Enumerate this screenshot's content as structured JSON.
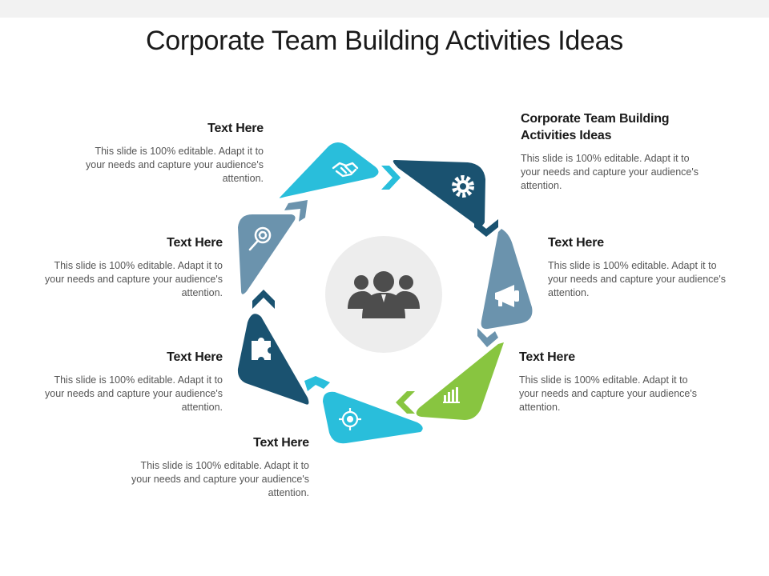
{
  "title": "Corporate Team Building Activities Ideas",
  "colors": {
    "dark_navy": "#1a5270",
    "steel_blue": "#6b93ad",
    "cyan": "#29bedb",
    "green": "#88c540",
    "center_circle": "#ededed",
    "center_icon": "#4d4d4d"
  },
  "segments": [
    {
      "icon": "handshake-icon",
      "color": "#29bedb"
    },
    {
      "icon": "gear-icon",
      "color": "#1a5270"
    },
    {
      "icon": "megaphone-icon",
      "color": "#6b93ad"
    },
    {
      "icon": "bar-chart-icon",
      "color": "#88c540"
    },
    {
      "icon": "target-icon",
      "color": "#29bedb"
    },
    {
      "icon": "puzzle-icon",
      "color": "#1a5270"
    },
    {
      "icon": "magnifier-icon",
      "color": "#6b93ad"
    }
  ],
  "center": {
    "icon": "team-people-icon"
  },
  "blocks": {
    "top_right": {
      "heading": "Corporate Team Building Activities Ideas",
      "body": "This slide is 100% editable. Adapt it to your needs and capture your audience's attention."
    },
    "right_middle": {
      "heading": "Text Here",
      "body": "This slide is 100% editable. Adapt it to your needs and capture your audience's attention."
    },
    "right_lower": {
      "heading": "Text Here",
      "body": "This slide is 100% editable. Adapt it to your needs and capture your audience's attention."
    },
    "bottom": {
      "heading": "Text Here",
      "body": "This slide is 100% editable. Adapt it to your needs and capture your audience's attention."
    },
    "left_lower": {
      "heading": "Text Here",
      "body": "This slide is 100% editable. Adapt it to your needs and capture your audience's attention."
    },
    "left_middle": {
      "heading": "Text Here",
      "body": "This slide is 100% editable. Adapt it to your needs and capture your audience's attention."
    },
    "top_left": {
      "heading": "Text Here",
      "body": "This slide is 100% editable. Adapt it to your needs and capture your audience's attention."
    }
  }
}
